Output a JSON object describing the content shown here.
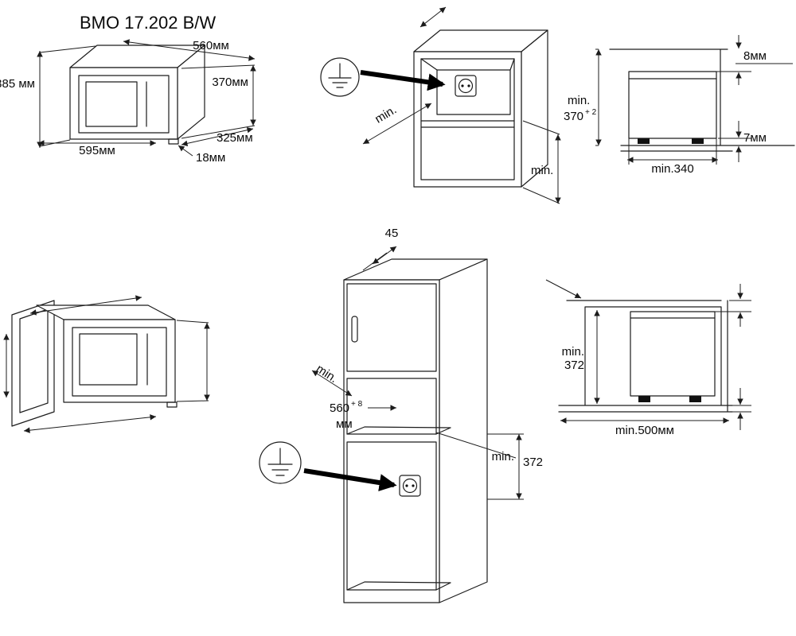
{
  "title": "BMO 17.202 B/W",
  "oven_dims": {
    "top_width": "560мм",
    "left_height": "385 мм",
    "right_height": "370мм",
    "bottom_width": "595мм",
    "depth": "325мм",
    "bottom_gap": "18мм"
  },
  "cabinet_panel": {
    "depth_min": "min.",
    "height_min": "min."
  },
  "side_top_panel": {
    "top_gap": "8мм",
    "bottom_gap": "7мм",
    "min_label": "min.",
    "height_value": "370",
    "height_tolerance": "+ 2",
    "depth_min": "min.340"
  },
  "tall_cabinet_panel": {
    "top_offset": "45",
    "depth_min": "min.",
    "niche_width": "560",
    "niche_tolerance": "+ 8",
    "niche_unit": "мм",
    "height_min_label": "min.",
    "height_min_value": "372"
  },
  "side_bottom_panel": {
    "min_label": "min.",
    "height_value": "372",
    "depth_min": "min.500мм"
  }
}
